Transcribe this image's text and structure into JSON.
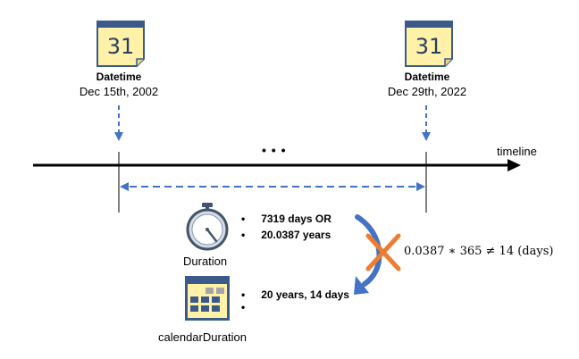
{
  "start": {
    "title": "Datetime",
    "date": "Dec 15th, 2002",
    "calendar_day": "31",
    "icon": "calendar-day-icon"
  },
  "end": {
    "title": "Datetime",
    "date": "Dec 29th, 2022",
    "calendar_day": "31",
    "icon": "calendar-day-icon"
  },
  "timeline": {
    "label": "timeline",
    "ellipsis": "• • •"
  },
  "duration": {
    "label": "Duration",
    "icon": "stopwatch-icon",
    "lines": [
      "7319 days OR",
      "20.0387 years"
    ]
  },
  "calendar_duration": {
    "label": "calendarDuration",
    "icon": "calendar-grid-icon",
    "lines": [
      "20 years, 14 days",
      ""
    ]
  },
  "formula": "0.0387 ∗ 365 ≠ 14 (days)",
  "colors": {
    "accent_blue": "#4472C4",
    "cross_orange": "#ED7D31",
    "icon_fill": "#FFF2A8",
    "icon_dark": "#3B5A8A"
  }
}
